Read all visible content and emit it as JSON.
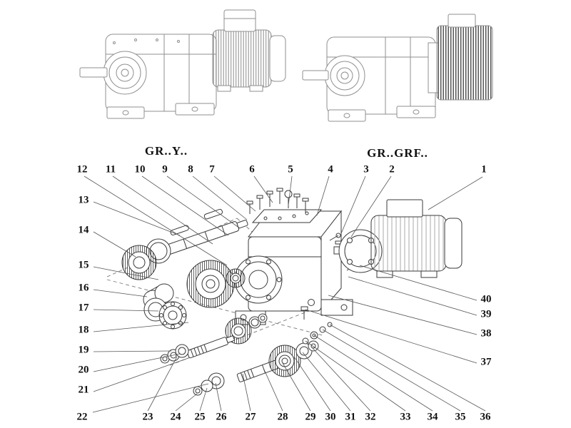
{
  "variants": [
    {
      "label": "GR..Y.."
    },
    {
      "label": "GR..GRF.."
    }
  ],
  "callouts": {
    "top": [
      "12",
      "11",
      "10",
      "9",
      "8",
      "7",
      "6",
      "5",
      "4",
      "3",
      "2",
      "1"
    ],
    "left": [
      "13",
      "14",
      "15",
      "16",
      "17",
      "18",
      "19",
      "20",
      "21",
      "22"
    ],
    "bottom": [
      "23",
      "24",
      "25",
      "26",
      "27",
      "28",
      "29",
      "30",
      "31",
      "32",
      "33",
      "34",
      "35",
      "36"
    ],
    "right": [
      "40",
      "39",
      "38",
      "37"
    ]
  },
  "colors": {
    "line": "#3a3a3a",
    "light_line": "#8f8f8f",
    "leader_line": "#555555",
    "text": "#111111",
    "background": "#ffffff"
  }
}
